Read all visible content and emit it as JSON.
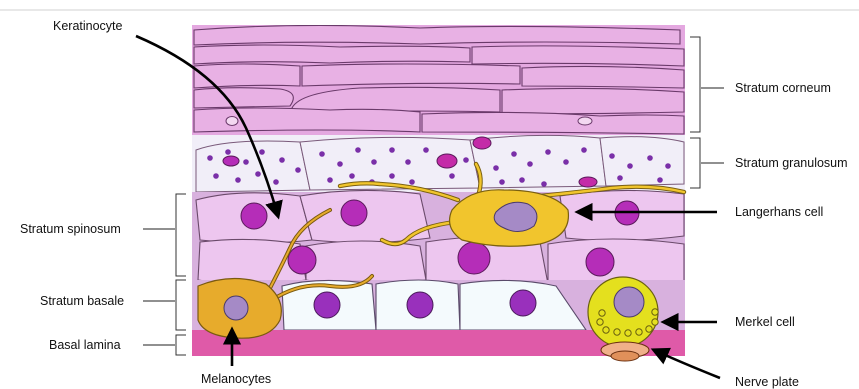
{
  "labels": {
    "keratinocyte": "Keratinocyte",
    "stratum_corneum": "Stratum corneum",
    "stratum_granulosum": "Stratum granulosum",
    "stratum_spinosum": "Stratum spinosum",
    "langerhans_cell": "Langerhans cell",
    "stratum_basale": "Stratum basale",
    "merkel_cell": "Merkel cell",
    "basal_lamina": "Basal lamina",
    "melanocytes": "Melanocytes",
    "nerve_plate": "Nerve plate"
  },
  "colors": {
    "corneum": "#e4a8e0",
    "granulosum_cell": "#f1eef8",
    "granule": "#7a2fa8",
    "spinosum_cell": "#edc6ef",
    "nucleus": "#b52db8",
    "basale_cell": "#f4fafd",
    "basal_nucleus": "#9930bc",
    "melanocyte": "#e7ab2c",
    "langerhans": "#f1c52d",
    "merkel": "#e4e01e",
    "cell_nucleus_lilac": "#a58ac6",
    "lamina": "#df5aa8",
    "nerve": "#f0b08a"
  }
}
